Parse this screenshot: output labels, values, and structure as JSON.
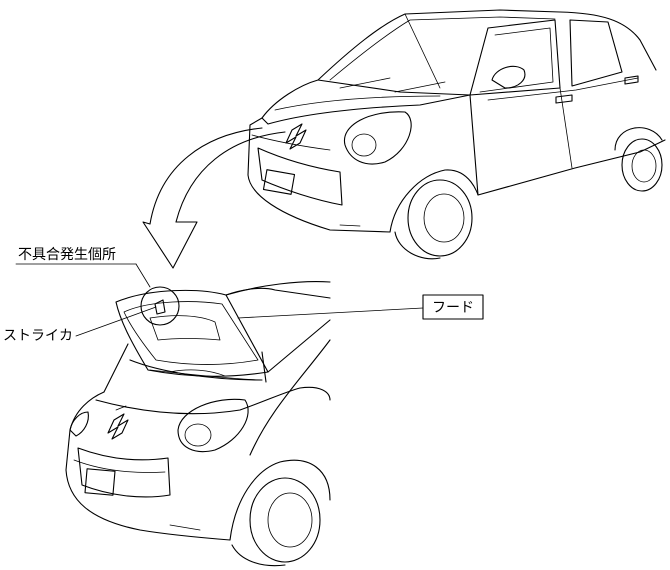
{
  "labels": {
    "defect_location": "不具合発生個所",
    "striker": "ストライカ",
    "hood": "フード"
  },
  "icons": [
    "suzuki-emblem-icon",
    "suzuki-emblem-icon"
  ],
  "colors": {
    "line": "#000000",
    "background": "#ffffff"
  }
}
